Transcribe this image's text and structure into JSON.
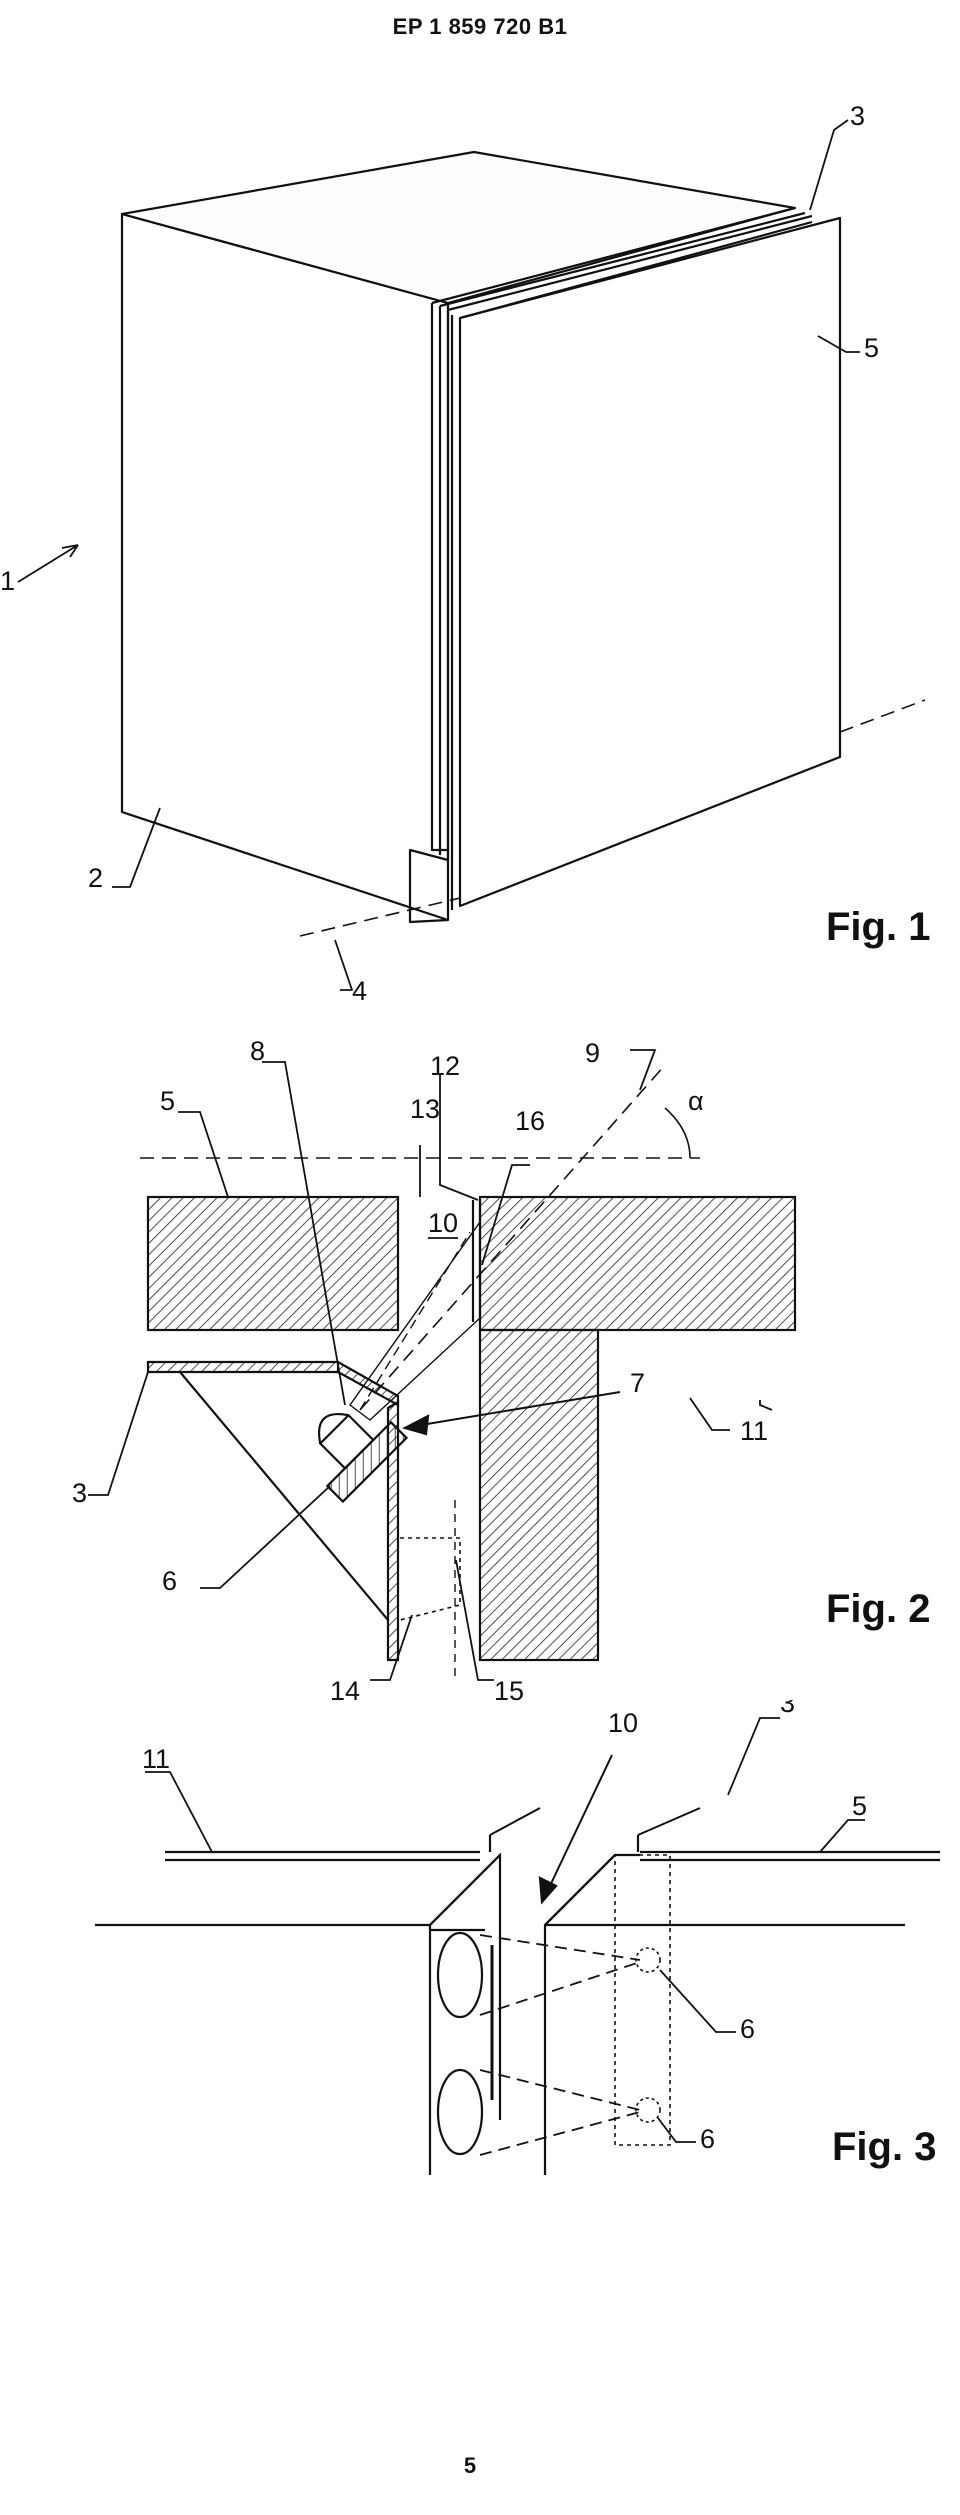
{
  "header": {
    "patent_number": "EP 1 859 720 B1"
  },
  "footer": {
    "page_number": "5"
  },
  "fig1": {
    "caption": "Fig. 1",
    "labels": {
      "l1": "1",
      "l2": "2",
      "l3": "3",
      "l4": "4",
      "l5": "5"
    }
  },
  "fig2": {
    "caption": "Fig. 2",
    "labels": {
      "l3": "3",
      "l5": "5",
      "l6": "6",
      "l7": "7",
      "l8": "8",
      "l9": "9",
      "l10": "10",
      "l11": "11",
      "l12": "12",
      "l13": "13",
      "l14": "14",
      "l15": "15",
      "l16": "16",
      "alpha": "α"
    }
  },
  "fig3": {
    "caption": "Fig. 3",
    "labels": {
      "l3": "3",
      "l5": "5",
      "l6a": "6",
      "l6b": "6",
      "l10": "10",
      "l11": "11"
    }
  }
}
